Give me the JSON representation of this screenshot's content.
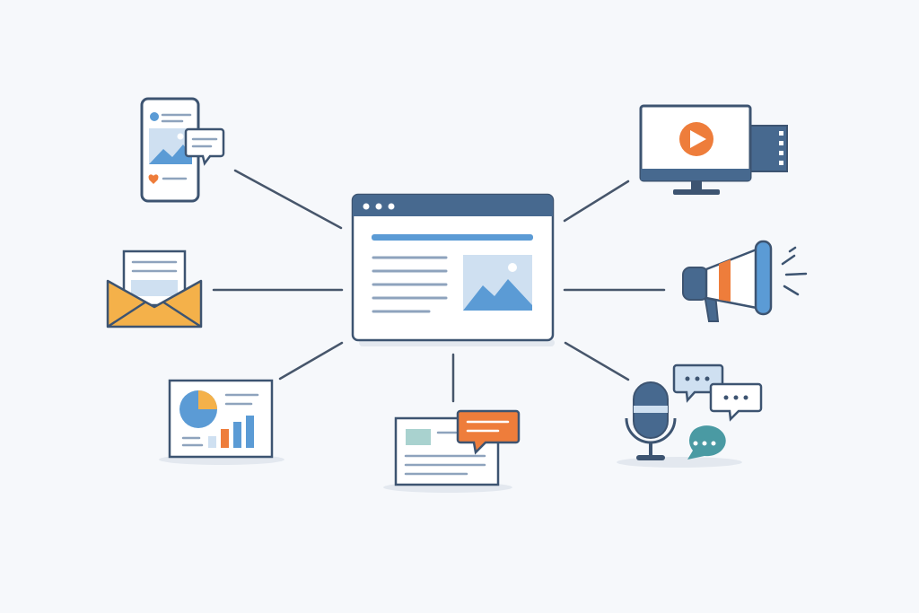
{
  "diagram": {
    "hub": {
      "icon": "browser-window-icon",
      "chrome_color": "#47698f",
      "accent_bar_color": "#5b9bd5"
    },
    "nodes": [
      {
        "id": "social-media",
        "icon": "smartphone-social-post-icon"
      },
      {
        "id": "email",
        "icon": "envelope-letter-icon"
      },
      {
        "id": "analytics",
        "icon": "analytics-dashboard-icon"
      },
      {
        "id": "blog-comments",
        "icon": "article-comment-icon"
      },
      {
        "id": "podcast",
        "icon": "microphone-chat-bubbles-icon"
      },
      {
        "id": "advertising",
        "icon": "megaphone-icon"
      },
      {
        "id": "video",
        "icon": "monitor-play-video-icon"
      }
    ],
    "colors": {
      "background": "#f6f8fb",
      "line": "#47566b",
      "navy": "#47698f",
      "blue": "#5b9bd5",
      "light_blue": "#cfe0f1",
      "orange": "#ee7d3b",
      "amber": "#f4b14a",
      "teal": "#4a9aa3",
      "outline": "#3d5471"
    }
  }
}
